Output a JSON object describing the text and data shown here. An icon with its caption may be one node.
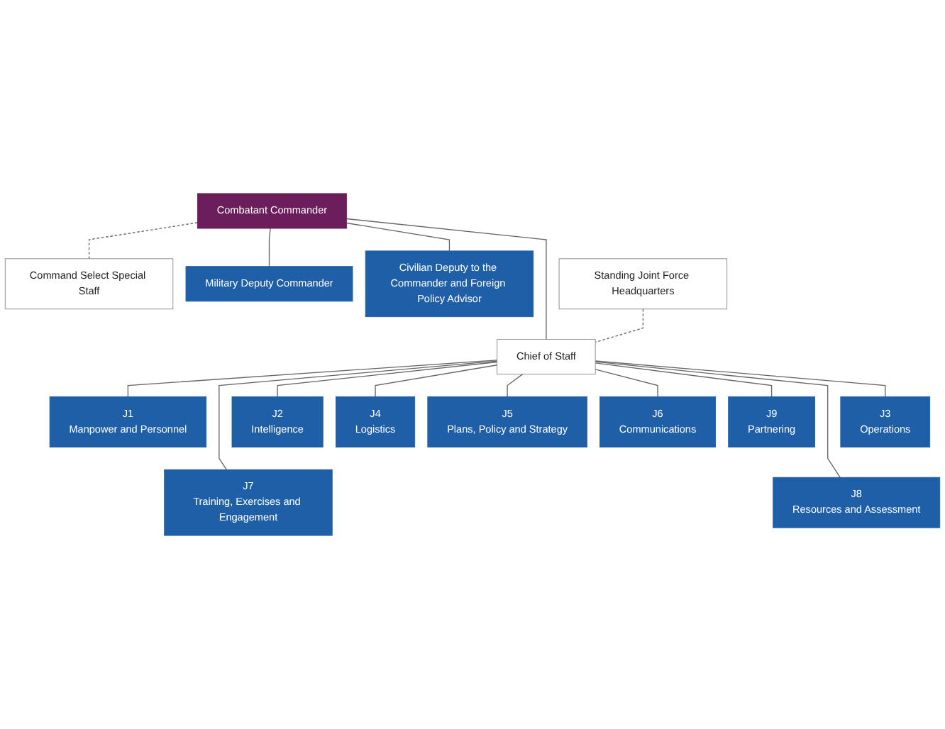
{
  "diagram": {
    "nodes": [
      {
        "text": [
          "Combatant Commander"
        ]
      },
      {
        "text": [
          "Command Select Special Staff"
        ]
      },
      {
        "text": [
          "Military Deputy Commander"
        ]
      },
      {
        "text": [
          "Civilian Deputy to the Commander and Foreign Policy Advisor"
        ]
      },
      {
        "text": [
          "Standing Joint Force Headquarters"
        ]
      },
      {
        "text": [
          "Chief of Staff"
        ]
      },
      {
        "text": [
          "J1",
          "Manpower and Personnel"
        ]
      },
      {
        "text": [
          "J2",
          "Intelligence"
        ]
      },
      {
        "text": [
          "J3",
          "Operations"
        ]
      },
      {
        "text": [
          "J4",
          "Logistics"
        ]
      },
      {
        "text": [
          "J5",
          "Plans, Policy and Strategy"
        ]
      },
      {
        "text": [
          "J6",
          "Communications"
        ]
      },
      {
        "text": [
          "J7",
          "Training, Exercises and Engagement"
        ]
      },
      {
        "text": [
          "J8",
          "Resources and Assessment"
        ]
      },
      {
        "text": [
          "J9",
          "Partnering"
        ]
      }
    ],
    "edges": [
      {
        "from": 0,
        "to": 1,
        "arrow": "none",
        "style": "dashed"
      },
      {
        "from": 0,
        "to": 2,
        "arrow": "none"
      },
      {
        "from": 0,
        "to": 3,
        "arrow": "none"
      },
      {
        "from": 0,
        "to": 5,
        "arrow": "none"
      },
      {
        "from": 4,
        "to": 5,
        "arrow": "none",
        "style": "dashed"
      },
      {
        "from": 5,
        "to": 6,
        "arrow": "none"
      },
      {
        "from": 5,
        "to": 7,
        "arrow": "none"
      },
      {
        "from": 5,
        "to": 8,
        "arrow": "none"
      },
      {
        "from": 5,
        "to": 9,
        "arrow": "none"
      },
      {
        "from": 5,
        "to": 10,
        "arrow": "none"
      },
      {
        "from": 5,
        "to": 11,
        "arrow": "none"
      },
      {
        "from": 5,
        "to": 12,
        "arrow": "none"
      },
      {
        "from": 5,
        "to": 13,
        "arrow": "none"
      },
      {
        "from": 5,
        "to": 14,
        "arrow": "none"
      }
    ]
  }
}
